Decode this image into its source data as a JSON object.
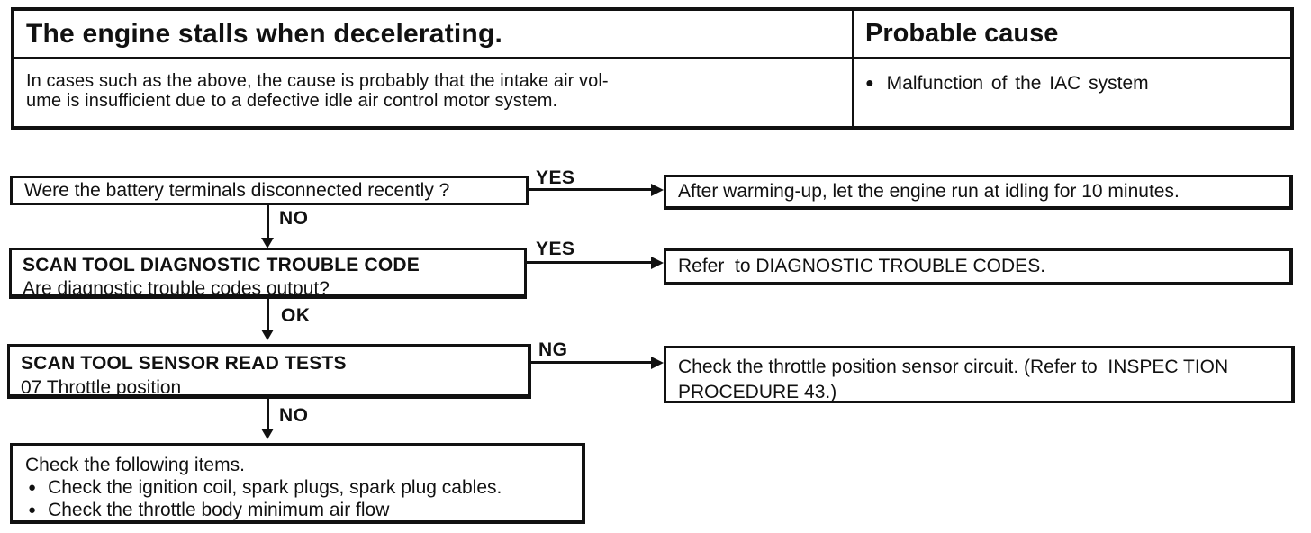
{
  "colors": {
    "ink": "#111111",
    "paper": "#ffffff"
  },
  "glyphs": {
    "bullet": "●"
  },
  "header_table": {
    "title": "The engine stalls when decelerating.",
    "probable_cause_heading": "Probable cause",
    "description_line1": "In cases such as the above, the cause is probably that the intake air vol-",
    "description_line2": "ume is insufficient due to a defective idle air control motor system.",
    "probable_cause_item": "Malfunction of the IAC system"
  },
  "flowchart": {
    "step1": {
      "question": "Were the battery terminals disconnected recently ?",
      "yes_label": "YES",
      "no_label": "NO"
    },
    "action_warm_up": "After warming-up, let the engine run at idling for 10 minutes.",
    "step2": {
      "title": "SCAN TOOL DIAGNOSTIC TROUBLE CODE",
      "question": "Are diagnostic trouble codes output?",
      "yes_label": "YES",
      "ok_label": "OK"
    },
    "action_refer_dtc": "Refer  to DIAGNOSTIC TROUBLE CODES.",
    "step3": {
      "title": "SCAN TOOL SENSOR READ TESTS",
      "subtitle": "07 Throttle position",
      "ng_label": "NG",
      "no_label": "NO"
    },
    "action_tps_line1": "Check the throttle position sensor circuit. (Refer to  INSPEC TION",
    "action_tps_line2": "PROCEDURE 43.)",
    "final_check": {
      "title": "Check the following items.",
      "item1": "Check the ignition coil, spark plugs, spark plug cables.",
      "item2": "Check the throttle body minimum air flow"
    }
  }
}
